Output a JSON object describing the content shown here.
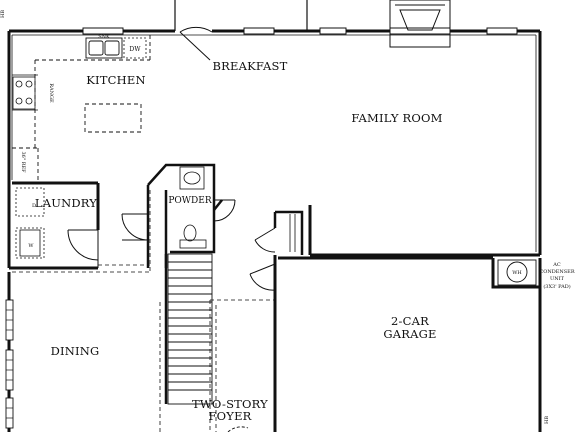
{
  "plan": {
    "rooms": {
      "kitchen": "KITCHEN",
      "breakfast": "BREAKFAST",
      "family_room": "FAMILY ROOM",
      "laundry": "LAUNDRY",
      "powder": "POWDER",
      "garage_line1": "2-CAR",
      "garage_line2": "GARAGE",
      "dining": "DINING",
      "foyer_line1": "TWO-STORY",
      "foyer_line2": "FOYER"
    },
    "fixtures": {
      "dishwasher": "DW",
      "range": "RANGE",
      "washer": "W",
      "dryer": "D",
      "water_heater": "WH",
      "sink_label": "SNK"
    },
    "notes": {
      "ac_line1": "AC",
      "ac_line2": "CONDENSER",
      "ac_line3": "UNIT",
      "ac_line4": "(3X3' PAD)",
      "hb_top": "HB",
      "hb_bottom": "HB",
      "counter_note": "36\" REF"
    }
  }
}
